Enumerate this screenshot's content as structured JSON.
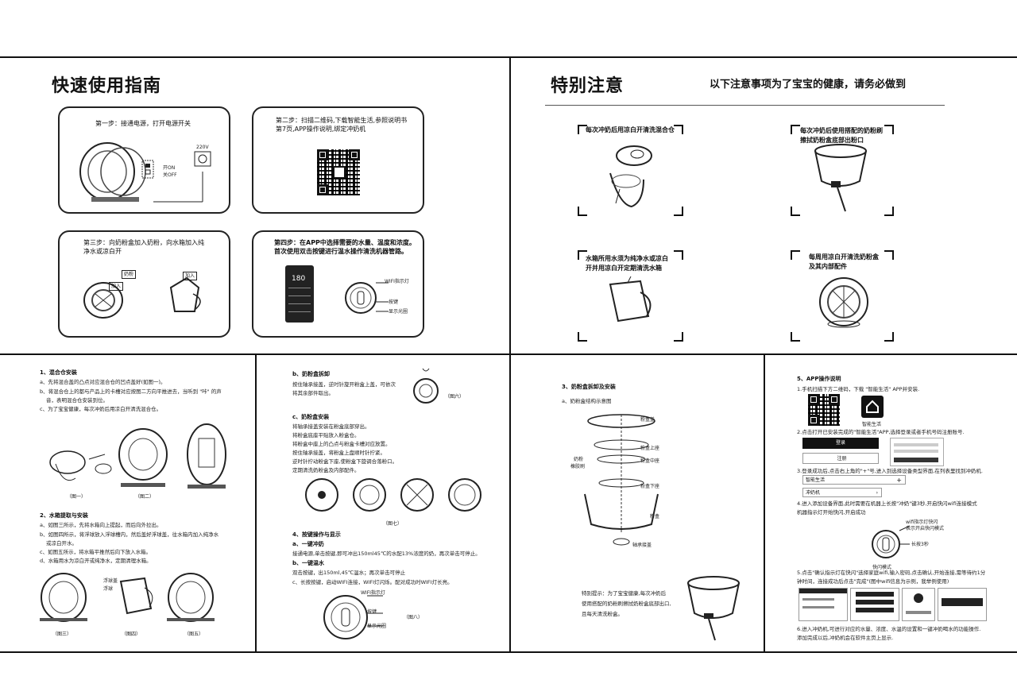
{
  "quick_guide": {
    "title": "快速使用指南",
    "step1": "第一步：接通电源，打开电源开关",
    "voltage": "220V",
    "on_label": "开ON",
    "off_label": "关OFF",
    "step2_line1": "第二步：扫描二维码,下载智能生活,参照说明书",
    "step2_line2": "第7页,APP操作说明,绑定冲奶机",
    "step3_line1": "第三步：向奶粉盒加入奶粉，向水箱加入纯",
    "step3_line2": "净水或凉白开",
    "milk_label": "奶粉",
    "add_label1": "加入",
    "add_label2": "加入",
    "step4_line1": "第四步：在APP中选择需要的水量、温度和浓度。",
    "step4_line2": "首次使用双击按键进行温水操作清洗机器管路。",
    "temp_display": "180",
    "wifi_light": "WIFI指示灯",
    "key_label": "按键",
    "indicator_label": "显示光圈"
  },
  "special_notes": {
    "title": "特别注意",
    "subtitle": "以下注意事项为了宝宝的健康，请务必做到",
    "note1": "每次冲奶后用凉白开清洗混合仓",
    "note2_line1": "每次冲奶后使用搭配的奶粉刷",
    "note2_line2": "擦拭奶粉盒底部出粉口",
    "note3_line1": "水箱所用水须为纯净水或凉白",
    "note3_line2": "开并用凉白开定期清洗水箱",
    "note4_line1": "每周用凉白开清洗奶粉盒",
    "note4_line2": "及其内部配件"
  },
  "panel1": {
    "h1": "1、混合仓安装",
    "a": "a、先将混合盖的凸点对应混合仓的凹点盖好(如图一)。",
    "b1": "b、将混合仓上的都与产品上的卡槽对应按图二方向平推进去，当听到 \"咔\" 的声",
    "b2": "音，表明混合仓安装到位。",
    "c": "c、为了宝宝健康，每次冲奶后用凉白开清洗混合仓。",
    "fig1": "（图一）",
    "fig2": "（图二）",
    "h2": "2、水箱提取与安装",
    "w_a": "a、如图三所示，先将水箱向上提起，而后向外拉出。",
    "w_b1": "b、如图四所示，将浮球放入浮球槽内，然后盖好浮球盖，往水箱内加入纯净水",
    "w_b2": "或凉白开水。",
    "w_c": "c、如图五所示，将水箱平推然后向下放入水箱。",
    "w_d": "d、水箱用水为凉白开或纯净水，定期清理水箱。",
    "fig3": "（图三）",
    "fig4": "（图四）",
    "fig5": "（图五）",
    "float_label1": "浮球盖",
    "float_label2": "浮球"
  },
  "panel2": {
    "b_title": "b、奶粉盒拆卸",
    "b_line1": "按住轴承接盖，逆时针旋开粉盒上盖，可依次",
    "b_line2": "将其余部件取出。",
    "fig6": "（图六）",
    "c_title": "c、奶粉盒安装",
    "c1": "将轴承接盖安装在粉盒底部穿出。",
    "c2": "将粉盒底座平贴放入粉盒仓。",
    "c3": "将粉盒中座上的凸点与粉盒卡槽对应放置。",
    "c4": "按住轴承接盖，将粉盒上盘顺时针拧紧。",
    "c5": "逆时针拧动粉盒下座,使粉盒下旋调合落粉口。",
    "c6": "定期清洗奶粉盒及内部配件。",
    "fig7": "（图七）",
    "h4": "4、按键操作与显示",
    "a_title": "a、一键冲奶",
    "a_line": "接通电源,单击按键,即可冲出150ml45℃的水配13%浓度的奶，再次单击可停止。",
    "b2_title": "b、一键温水",
    "b2_line": "双击按键，出150ml,45℃温水；再次单击可停止",
    "c_line": "c、长按按键，启动WIFI连接，WIFI灯闪烁。配对成功时WIFI灯长亮。",
    "wifi_light": "WIFI指示灯",
    "key": "按键",
    "ring": "显示光圈",
    "fig8": "（图八）"
  },
  "panel3": {
    "h3": "3、奶粉盒拆卸及安装",
    "a": "a、奶粉盒结构示意图",
    "part1": "粉盒盖",
    "part2": "粉盒上座",
    "part3": "粉盒中座",
    "part4": "粉盒下座",
    "part5": "粉盒",
    "part6": "轴承接盖",
    "brush1": "奶粉",
    "brush2": "橡胶刷",
    "tip1": "特别提示：为了宝宝健康,每次冲奶后",
    "tip2": "使用搭配的奶粉刷擦拭奶粉盒底部出口,",
    "tip3": "且每天清洗粉盒。"
  },
  "panel4": {
    "h5": "5、APP操作说明",
    "s1": "1.手机扫描下方二维码，下载 \"智能生活\" APP并安装.",
    "app_name": "智能生活",
    "s2": "2.点击打开已安装完成的\"智能生活\"APP,选择登录或者手机号码注册账号.",
    "login": "登录",
    "register": "注册",
    "s3": "3.登录成功后,点击右上角的\"+\"号,进入到选择设备类型界面,在列表里找到冲奶机.",
    "smart_life": "智能生活",
    "device": "冲奶机",
    "s4_1": "4.进入添加设备界面,此时需要在机器上长按\"冲奶\"键3秒,开启快闪wifi连接模式",
    "s4_2": "  机器指示灯开始快闪,开启成功",
    "wifi_blink1": "wifi指示灯快闪",
    "wifi_blink2": "表示开启快闪模式",
    "long_press": "长按3秒",
    "fast_mode": "快闪模式",
    "s5_1": "5.点击\"确认指示灯在快闪\"选择家庭wifi,输入密码,点击确认,开始连接,需等待约1分",
    "s5_2": "钟时间，连接成功后点击\"完成\"(图中wifi信息为示例，我举例使用)",
    "s6_1": "6.进入冲奶机,可进行对应的水量、浓度、水温的设置和一键冲奶喝水的功能操作.",
    "s6_2": "添加完成以后,冲奶机会在软件主页上显示."
  }
}
